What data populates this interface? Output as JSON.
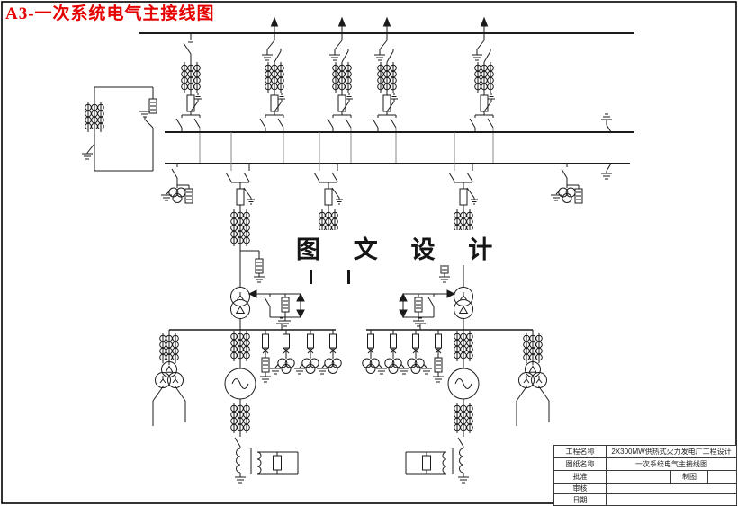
{
  "sheet": {
    "title": "A3-一次系统电气主接线图",
    "title_color": "#e60000",
    "watermark": "图 文 设 计"
  },
  "title_block": {
    "rows": [
      {
        "label": "工程名称",
        "value": "2X300MW供热式火力发电厂工程设计"
      },
      {
        "label": "图纸名称",
        "value": "一次系统电气主接线图"
      },
      {
        "label": "批准",
        "value": "",
        "mid_label": "制图",
        "mid_value": ""
      },
      {
        "label": "审核",
        "value": ""
      },
      {
        "label": "日期",
        "value": ""
      }
    ]
  },
  "diagram": {
    "type": "power-plant primary one-line electrical diagram",
    "symbols": [
      "busbar",
      "disconnector",
      "earthing-switch",
      "circuit-breaker",
      "current-transformer",
      "voltage-transformer",
      "surge-arrester",
      "fuse",
      "two-winding-transformer",
      "three-winding-transformer",
      "generator",
      "grounding-transformer",
      "reactor-coil",
      "outgoing-line-arrow"
    ]
  }
}
